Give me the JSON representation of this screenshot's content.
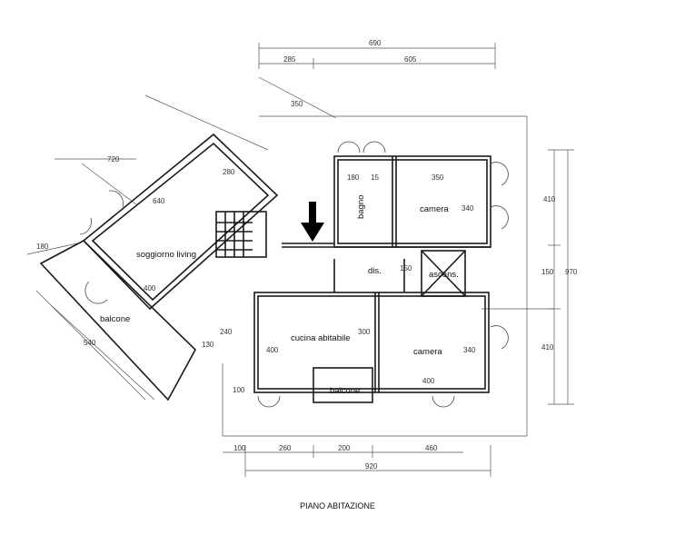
{
  "caption": "PIANO ABITAZIONE",
  "rooms": {
    "soggiorno": "soggiorno living",
    "balcone_left": "balcone",
    "bagno": "bagno",
    "camera_top": "camera",
    "dis": "dis.",
    "ascens": "ascens.",
    "cucina": "cucina abitabile",
    "camera_bottom": "camera",
    "balcone_bottom": "balcone"
  },
  "dimensions": {
    "top_total": "690",
    "top_left": "285",
    "top_right": "605",
    "diag_350": "350",
    "right_410_top": "410",
    "right_150": "150",
    "right_970": "970",
    "right_410_bottom": "410",
    "bottom_100": "100",
    "bottom_260": "260",
    "bottom_200": "200",
    "bottom_460": "460",
    "bottom_total": "920",
    "left_720": "720",
    "left_180": "180",
    "left_540": "540",
    "left_100": "100",
    "liv_640": "640",
    "liv_280": "280",
    "liv_400": "400",
    "liv_130": "130",
    "liv_240": "240",
    "bagno_180": "180",
    "bagno_15": "15",
    "camera_350": "350",
    "camera_340": "340",
    "dis_150": "150",
    "cucina_400": "400",
    "cucina_300": "300",
    "camera2_340": "340",
    "camera2_400": "400"
  },
  "colors": {
    "line": "#1a1a1a",
    "arrow": "#000000"
  },
  "icons": {
    "entrance": "arrow-down-icon"
  }
}
